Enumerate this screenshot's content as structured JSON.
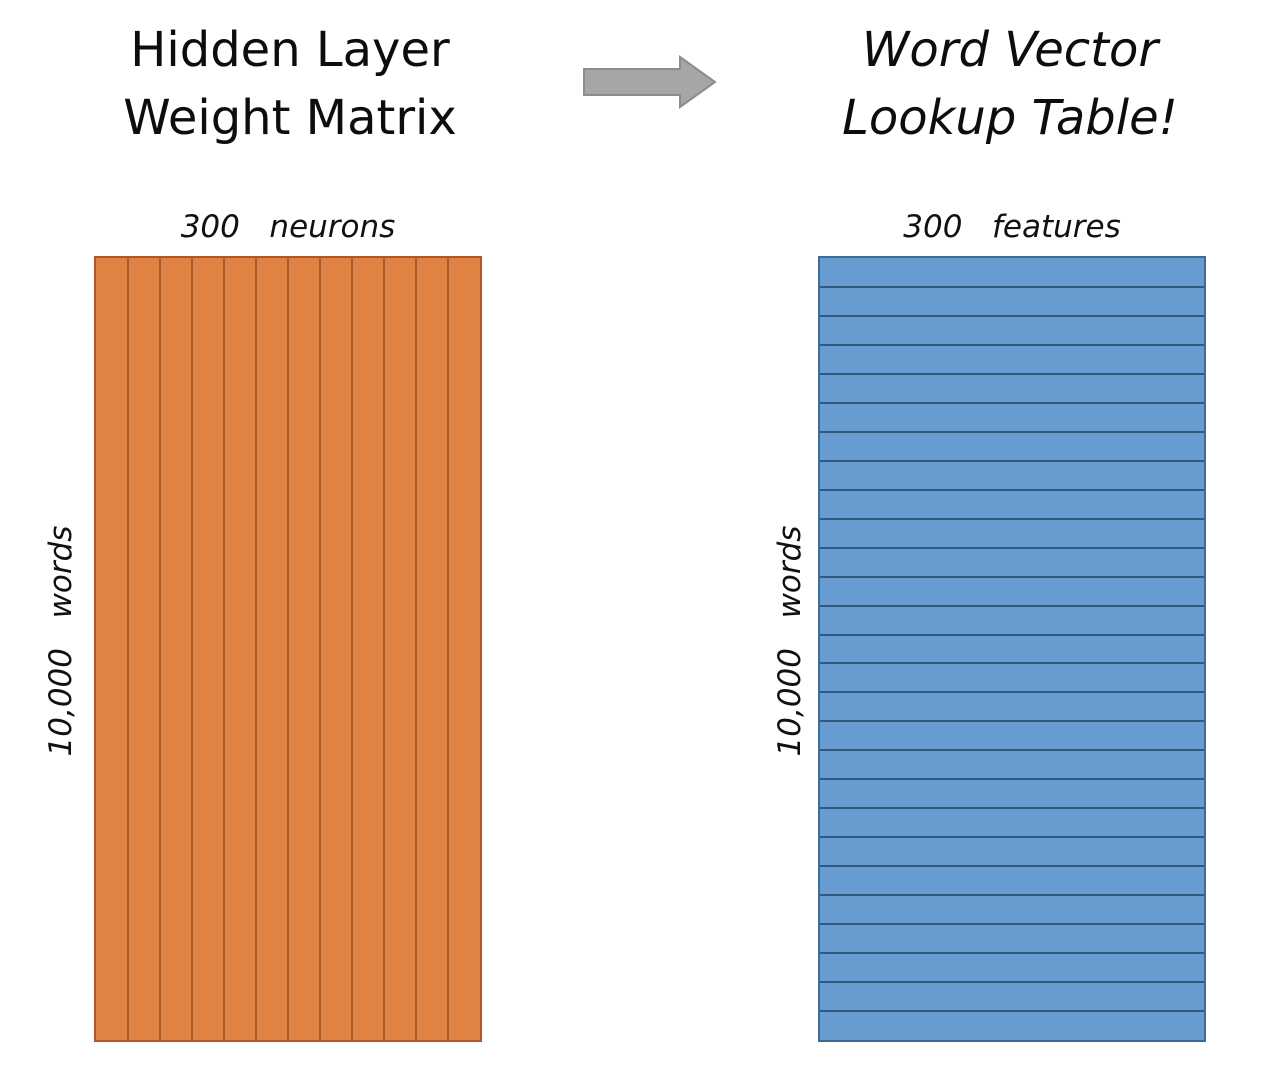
{
  "left_title": {
    "line1": "Hidden Layer",
    "line2": "Weight Matrix"
  },
  "right_title": {
    "line1": "Word Vector",
    "line2": "Lookup Table!"
  },
  "weight_matrix": {
    "top_label": "300   neurons",
    "side_label": "10,000   words",
    "column_divisions": 12,
    "fill_color": "#e08244",
    "line_color": "#a85a28"
  },
  "lookup_table": {
    "top_label": "300   features",
    "side_label": "10,000   words",
    "row_divisions": 27,
    "fill_color": "#689bd0",
    "line_color": "#33577d"
  },
  "arrow": {
    "icon": "right-arrow-icon",
    "color": "#a6a6a6"
  }
}
